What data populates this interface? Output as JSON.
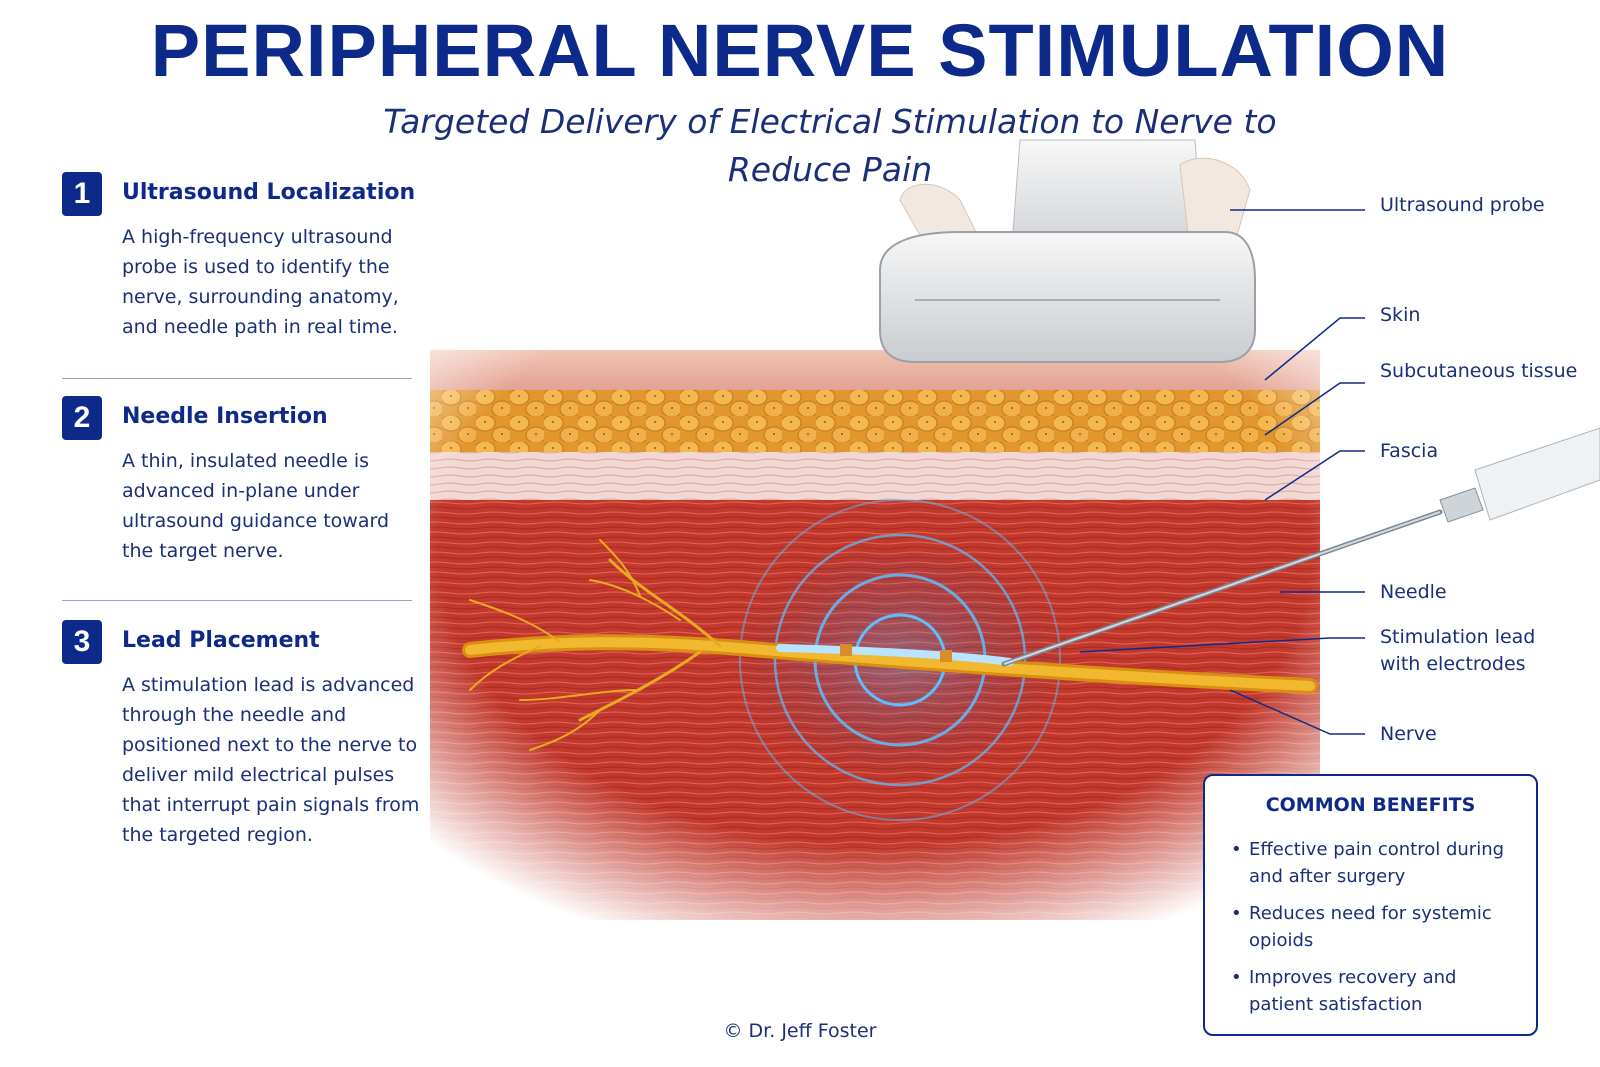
{
  "title": "PERIPHERAL NERVE STIMULATION",
  "subtitle": "Targeted Delivery of Electrical Stimulation to Nerve to Reduce Pain",
  "steps": [
    {
      "number": "1",
      "title": "Ultrasound Localization",
      "body": "A high-frequency ultrasound probe is used to identify the nerve, surrounding anatomy, and needle path in real time."
    },
    {
      "number": "2",
      "title": "Needle Insertion",
      "body": "A thin, insulated needle is advanced in-plane under ultrasound guidance toward the target nerve."
    },
    {
      "number": "3",
      "title": "Lead Placement",
      "body": "A stimulation lead is advanced through the needle and positioned next to the nerve to deliver mild electrical pulses that interrupt pain signals from the targeted region."
    }
  ],
  "labels": {
    "probe": "Ultrasound probe",
    "skin": "Skin",
    "subcutaneous": "Subcutaneous tissue",
    "fascia": "Fascia",
    "needle": "Needle",
    "lead": "Stimulation lead with electrodes",
    "nerve": "Nerve"
  },
  "benefits": {
    "title": "COMMON BENEFITS",
    "items": [
      "Effective pain control during and after surgery",
      "Reduces need for systemic opioids",
      "Improves recovery and patient satisfaction"
    ]
  },
  "credit": "© Dr. Jeff Foster",
  "colors": {
    "brand_navy": "#0d2a8a",
    "muscle": "#c0392b",
    "fat": "#e8a23a",
    "nerve": "#e9a920",
    "stim_glow": "#3aa8ff"
  }
}
